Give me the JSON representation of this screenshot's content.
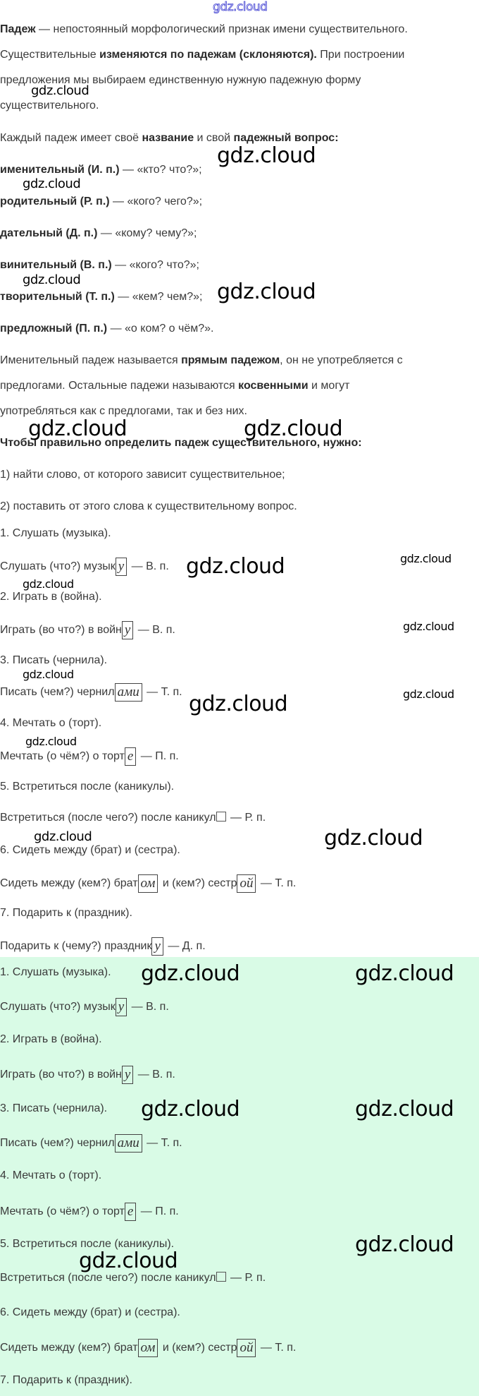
{
  "logo": "gdz.cloud",
  "watermark": "gdz.cloud",
  "theory": {
    "p1": {
      "b1": "Падеж",
      "t1": " — непостоянный морфологический признак имени существительного."
    },
    "p2": {
      "t1": "Существительные ",
      "b1": "изменяются по падежам (склоняются).",
      "t2": " При построении"
    },
    "p3": "предложения мы выбираем единственную нужную падежную форму",
    "p4": "существительного.",
    "p5": {
      "t1": "Каждый падеж имеет своё ",
      "b1": "название",
      "t2": " и свой ",
      "b2": "падежный вопрос:"
    },
    "cases": [
      {
        "name": "именительный (И. п.)",
        "question": " — «кто? что?»;"
      },
      {
        "name": "родительный (Р. п.)",
        "question": " — «кого? чего?»;"
      },
      {
        "name": "дательный (Д. п.)",
        "question": " — «кому? чему?»;"
      },
      {
        "name": "винительный (В. п.)",
        "question": " — «кого? что?»;"
      },
      {
        "name": "творительный (Т. п.)",
        "question": " — «кем? чем?»;"
      },
      {
        "name": "предложный (П. п.)",
        "question": " — «о ком? о чём?»."
      }
    ],
    "p6": {
      "t1": "Именительный падеж называется ",
      "b1": "прямым падежом",
      "t2": ", он не употребляется с"
    },
    "p7": {
      "t1": "предлогами. Остальные падежи называются ",
      "b1": "косвенными",
      "t2": " и могут"
    },
    "p8": "употребляться как с предлогами, так и без них.",
    "p9": "Чтобы правильно определить падеж существительного, нужно:",
    "step1": "1) найти слово, от которого зависит существительное;",
    "step2": "2) поставить от этого слова к существительному вопрос."
  },
  "exercises": [
    {
      "task": "1. Слушать (музыка).",
      "answer_pre": "Слушать (что?) музык",
      "ending": "у",
      "answer_post": " — В. п."
    },
    {
      "task": "2. Играть в (война).",
      "answer_pre": "Играть (во что?) в войн",
      "ending": "у",
      "answer_post": " — В. п."
    },
    {
      "task": "3. Писать (чернила).",
      "answer_pre": "Писать (чем?) чернил",
      "ending": "ами",
      "answer_post": " — Т. п."
    },
    {
      "task": "4. Мечтать о (торт).",
      "answer_pre": "Мечтать (о чём?) о торт",
      "ending": "е",
      "answer_post": " — П. п."
    },
    {
      "task": "5. Встретиться после (каникулы).",
      "answer_pre": "Встретиться (после чего?) после каникул",
      "ending": "",
      "answer_post": " — Р. п."
    },
    {
      "task": "6. Сидеть между (брат) и (сестра).",
      "answer_pre": "Сидеть между (кем?) брат",
      "ending": "ом",
      "answer_mid": " и (кем?) сестр",
      "ending2": "ой",
      "answer_post": " — Т. п."
    },
    {
      "task": "7. Подарить к (праздник).",
      "answer_pre": "Подарить к (чему?) праздник",
      "ending": "у",
      "answer_post": " — Д. п."
    }
  ],
  "colors": {
    "answer_bg": "#d9fbe6",
    "logo": "#3a3ad0"
  }
}
